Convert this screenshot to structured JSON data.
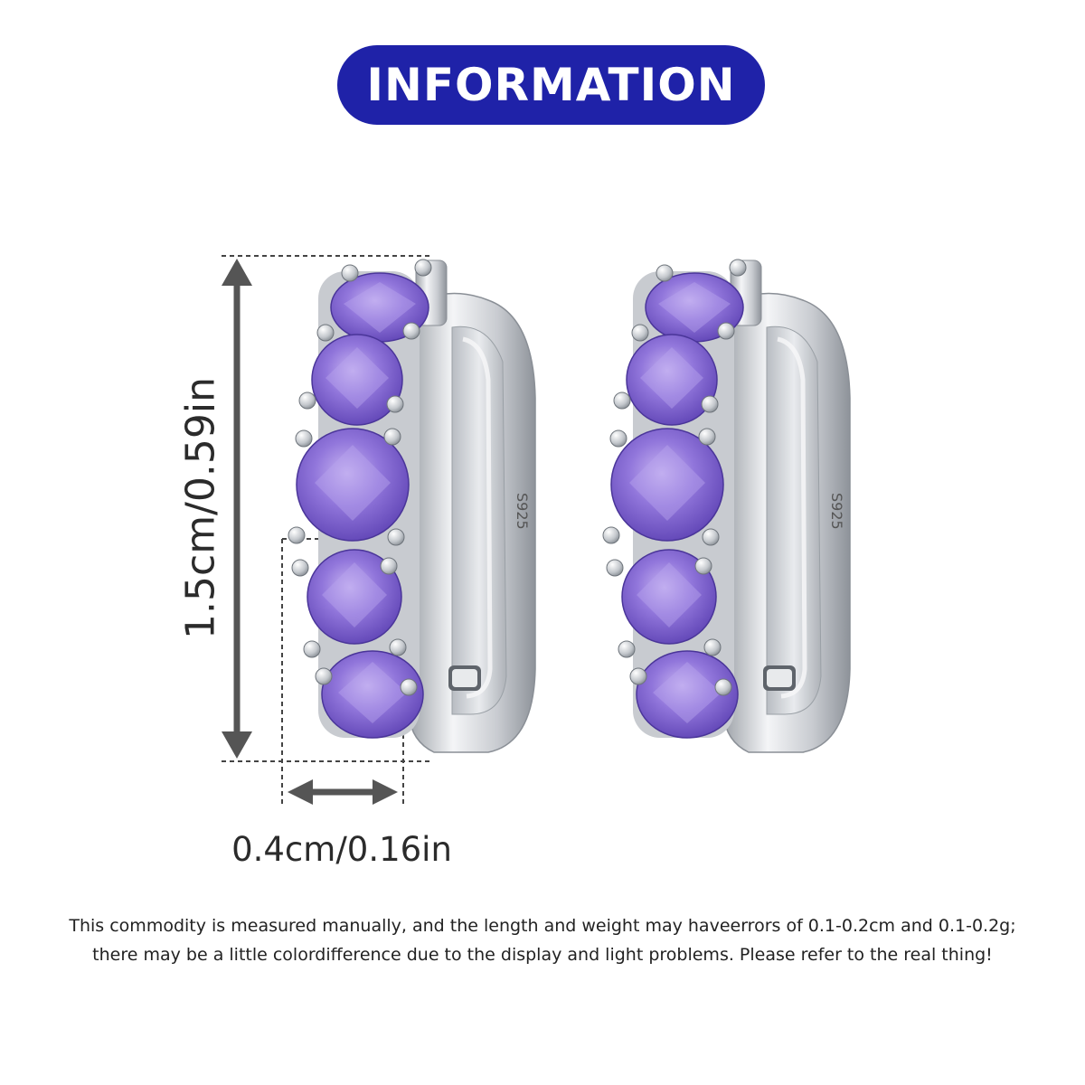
{
  "header": {
    "title": "INFORMATION"
  },
  "dimensions": {
    "height_label": "1.5cm/0.59in",
    "width_label": "0.4cm/0.16in"
  },
  "product": {
    "stamp": "S925",
    "stone_count": 5
  },
  "disclaimer": {
    "line1": "This commodity is measured manually, and the length and weight may haveerrors of 0.1-0.2cm and 0.1-0.2g;",
    "line2": "there may be a little colordifference due to the display and light problems. Please refer to the real thing!"
  },
  "colors": {
    "badge": "#1f22a8",
    "stone": "#8a6ad8",
    "metal": "#d9dce0",
    "guide": "#555555"
  }
}
